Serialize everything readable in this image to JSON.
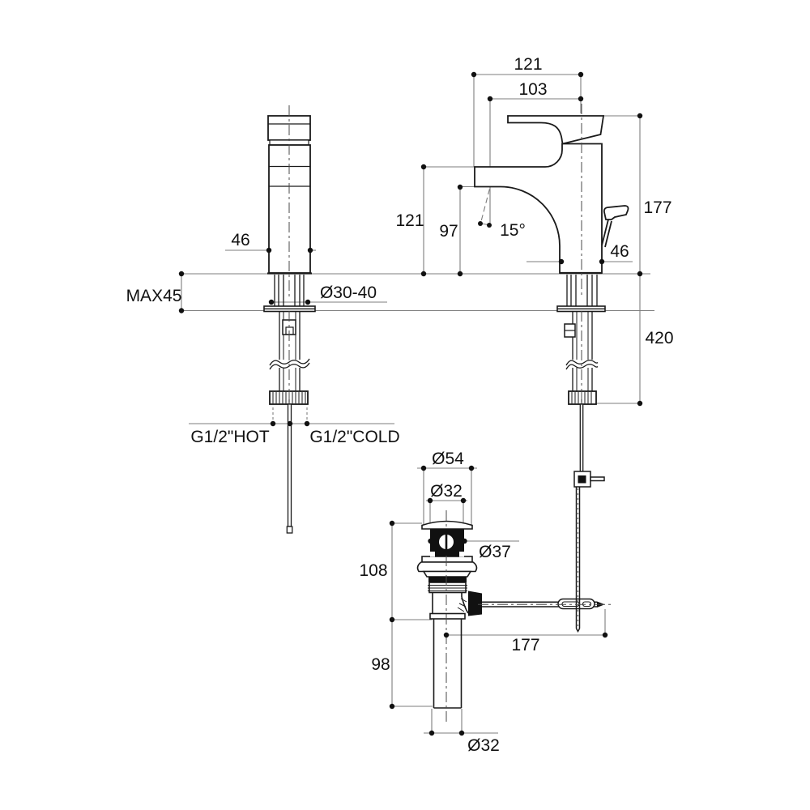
{
  "figure": {
    "type": "technical-dimension-drawing",
    "subject": "single-lever basin mixer faucet with pop-up drain",
    "colors": {
      "object_line": "#1a1a1a",
      "dimension_line": "#7d7d7d",
      "background": "#ffffff"
    }
  },
  "labels": {
    "spout_reach_overall": "121",
    "spout_reach_outlet": "103",
    "body_width": "46",
    "deck_max_thickness": "MAX45",
    "hole_diameter": "Ø30-40",
    "spout_top_height": "121",
    "spout_outlet_height": "97",
    "outlet_angle": "15°",
    "faucet_height": "177",
    "base_depth": "46",
    "supply_length": "420",
    "hot_connection": "G1/2\"HOT",
    "cold_connection": "G1/2\"COLD",
    "drain_flange_diameter": "Ø54",
    "drain_top_diameter": "Ø32",
    "drain_body_diameter": "Ø37",
    "drain_upper_height": "108",
    "drain_tail_height": "98",
    "rod_reach": "177",
    "drain_tail_diameter": "Ø32"
  }
}
